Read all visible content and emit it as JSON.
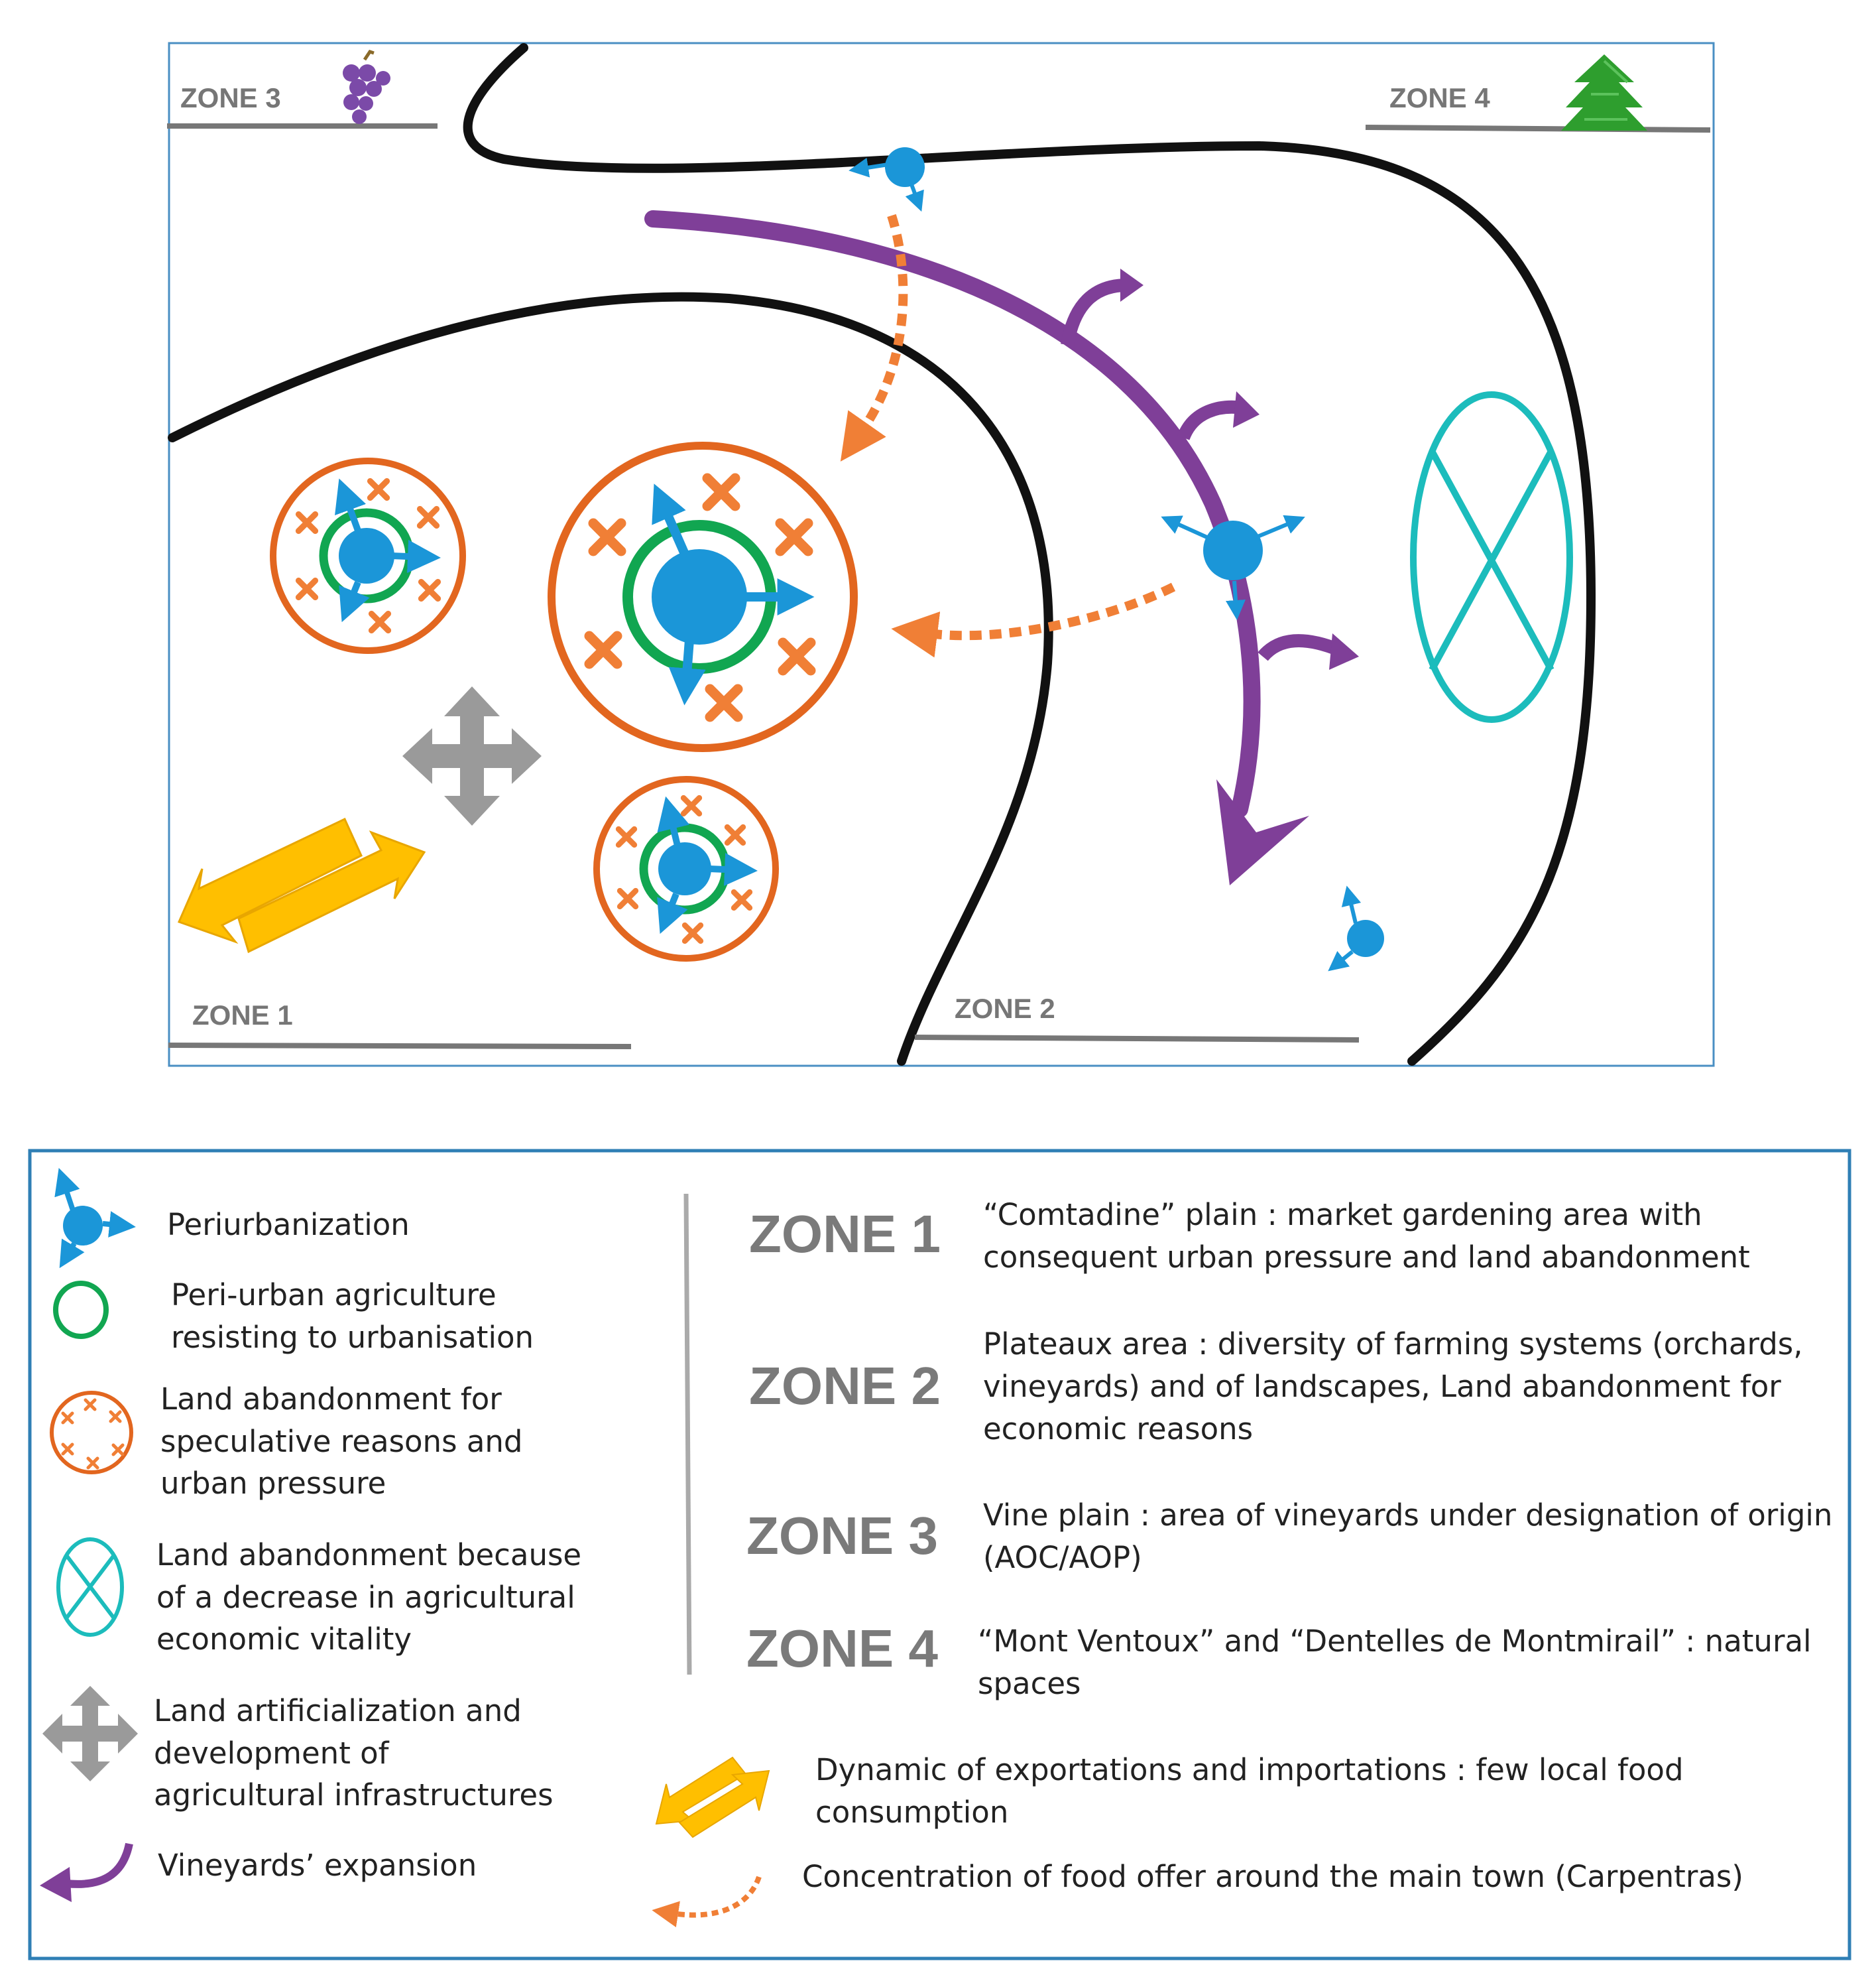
{
  "colors": {
    "black": "#111111",
    "purple": "#7f3f98",
    "blue": "#1b96d8",
    "orange": "#f07f36",
    "dark_orange": "#e2661f",
    "green": "#11a651",
    "teal": "#1cbcbc",
    "gray": "#9a9a9a",
    "zone_line": "#777777",
    "yellow": "#ffbf00",
    "frame": "#4a8fc3",
    "grape": "#7b4aa8",
    "tree": "#2e9e2e"
  },
  "map": {
    "zone1": "ZONE 1",
    "zone2": "ZONE 2",
    "zone3": "ZONE 3",
    "zone4": "ZONE 4"
  },
  "legend": {
    "periurbanization": "Periurbanization",
    "periurban_agri": [
      "Peri-urban agriculture",
      "resisting to urbanisation"
    ],
    "land_abandon_spec": [
      "Land abandonment for",
      "speculative reasons and",
      "urban pressure"
    ],
    "land_abandon_econ": [
      "Land abandonment because",
      "of a decrease in agricultural",
      "economic vitality"
    ],
    "artificialization": [
      "Land artificialization and",
      "development of",
      "agricultural infrastructures"
    ],
    "vineyards": "Vineyards’ expansion",
    "exports": [
      "Dynamic of exportations and importations : few local food",
      "consumption"
    ],
    "concentration": "Concentration of food offer around the main town (Carpentras)"
  },
  "zones": [
    {
      "label": "ZONE 1",
      "lines": [
        "“Comtadine” plain : market gardening area with",
        "consequent urban pressure and land abandonment"
      ]
    },
    {
      "label": "ZONE 2",
      "lines": [
        "Plateaux area : diversity of farming systems (orchards,",
        "vineyards) and of landscapes, Land abandonment for",
        "economic reasons"
      ]
    },
    {
      "label": "ZONE 3",
      "lines": [
        "Vine plain : area of vineyards under designation of origin",
        "(AOC/AOP)"
      ]
    },
    {
      "label": "ZONE 4",
      "lines": [
        "“Mont Ventoux” and “Dentelles de Montmirail” : natural",
        "spaces"
      ]
    }
  ]
}
